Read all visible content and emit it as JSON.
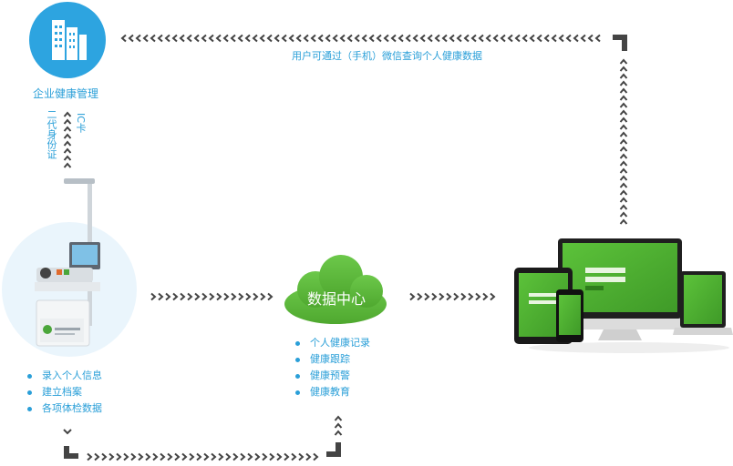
{
  "enterprise": {
    "label": "企业健康管理",
    "icon": "building-icon"
  },
  "id_methods": {
    "id_card": "二代身份证",
    "ic_card": "IC卡"
  },
  "wechat_note": "用户可通过（手机）微信查询个人健康数据",
  "station": {
    "icon": "health-kiosk-icon",
    "items": [
      "录入个人信息",
      "建立档案",
      "各项体检数据"
    ]
  },
  "data_center": {
    "title": "数据中心",
    "icon": "cloud-icon",
    "items": [
      "个人健康记录",
      "健康跟踪",
      "健康预警",
      "健康教育"
    ]
  },
  "devices": {
    "icon": "multi-device-icon"
  },
  "colors": {
    "blue": "#2a9fd8",
    "green": "#5cb83a",
    "arrow": "#444444"
  }
}
